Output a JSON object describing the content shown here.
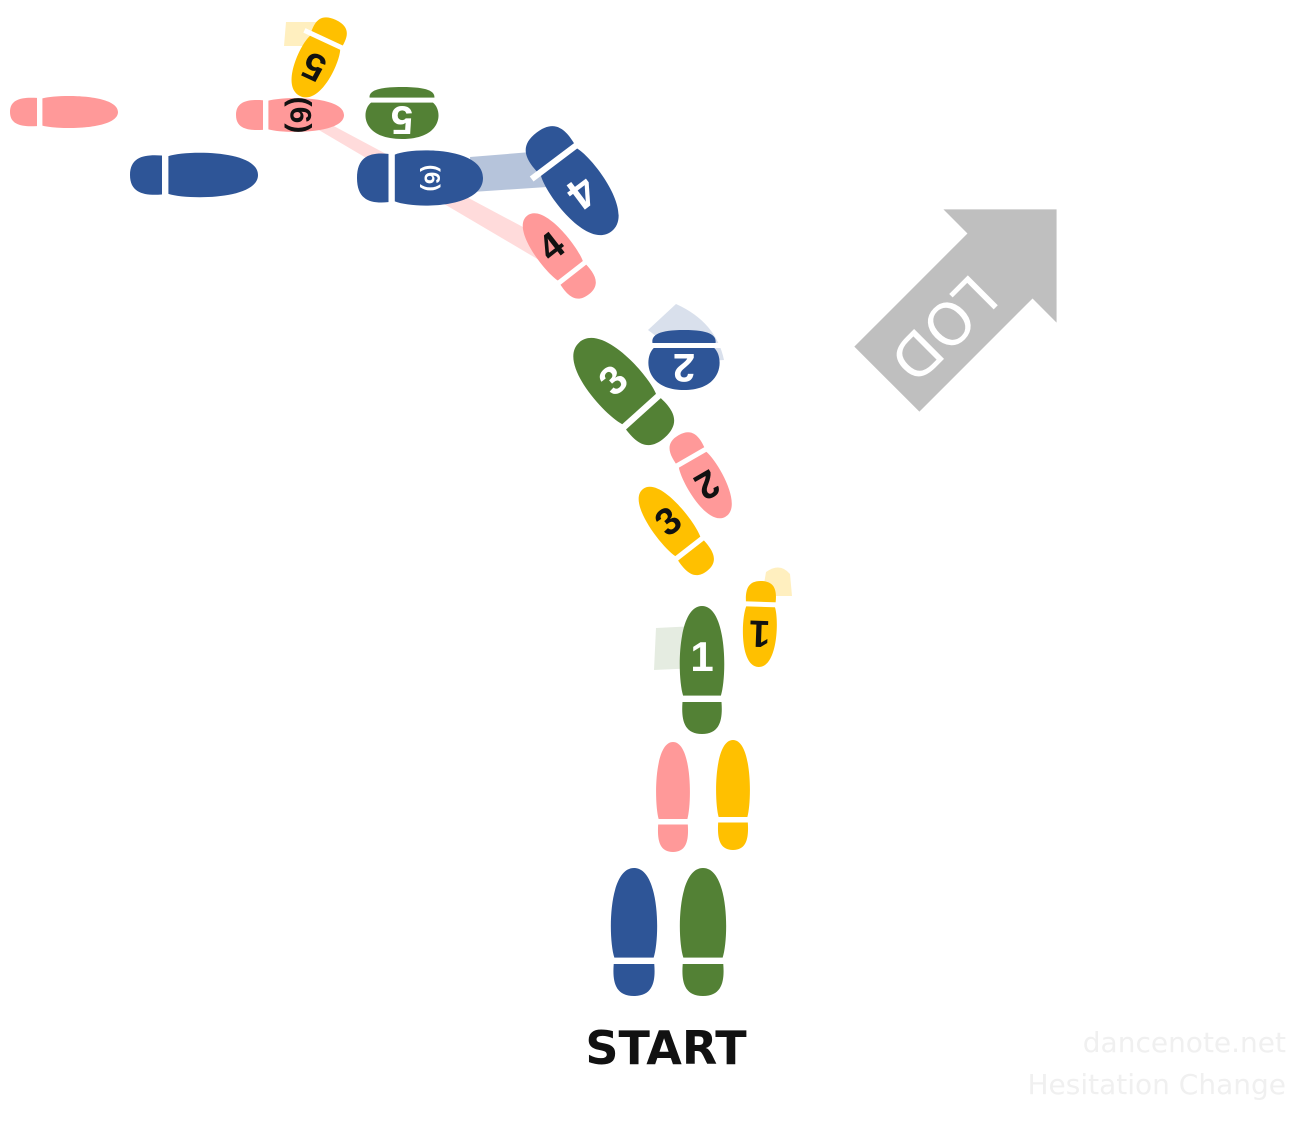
{
  "start_label": "START",
  "lod_label": "LOD",
  "watermark": {
    "site": "dancenote.net",
    "figure": "Hesitation Change"
  },
  "colors": {
    "man_left": "#2e5597",
    "man_right": "#538135",
    "lady_left": "#ff9999",
    "lady_right": "#ffc000",
    "lod_arrow": "#bfbfbf"
  },
  "steps": {
    "man_start_left": "",
    "man_start_right": "",
    "lady_start_left": "",
    "lady_start_right": "",
    "man_1": "1",
    "man_2": "2",
    "man_3": "3",
    "man_4": "4",
    "man_5": "5",
    "man_6": "(6)",
    "lady_1": "1",
    "lady_2": "2",
    "lady_3": "3",
    "lady_4": "4",
    "lady_5": "5",
    "lady_6": "(6)"
  }
}
